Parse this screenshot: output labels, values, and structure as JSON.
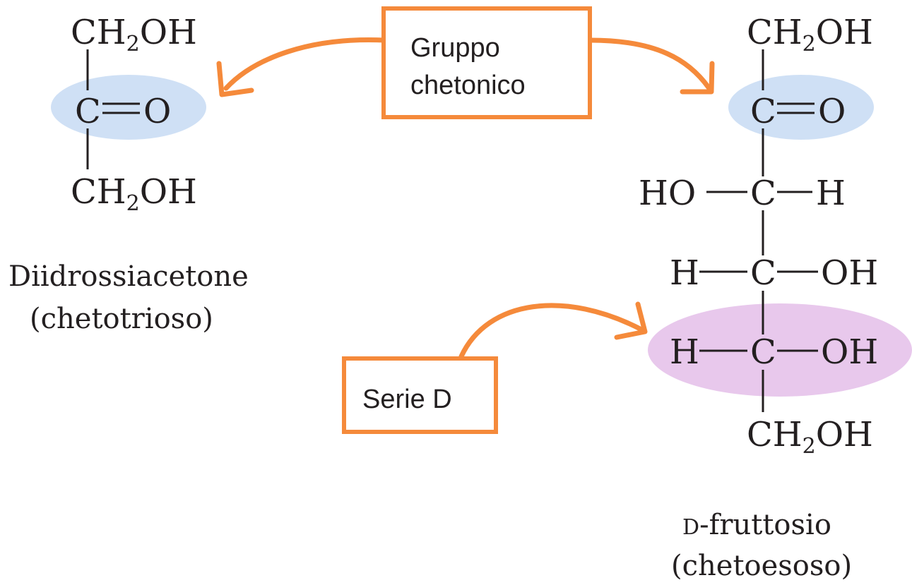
{
  "colors": {
    "accent_orange": "#f58a3b",
    "ketone_highlight": "#cfe0f5",
    "series_highlight": "#e8c8ec",
    "text": "#231f20"
  },
  "callouts": {
    "ketone_group": {
      "line1": "Gruppo",
      "line2": "chetonico"
    },
    "d_series": {
      "label": "Serie D"
    }
  },
  "dihydroxyacetone": {
    "top_group": {
      "main": "CH",
      "sub": "2",
      "tail": "OH"
    },
    "carbonyl": {
      "carbon": "C",
      "double_bond": "=",
      "oxygen": "O"
    },
    "bottom_group": {
      "main": "CH",
      "sub": "2",
      "tail": "OH"
    },
    "name": "Diidrossiacetone",
    "type": "(chetotrioso)"
  },
  "fructose": {
    "top_group": {
      "main": "CH",
      "sub": "2",
      "tail": "OH"
    },
    "carbonyl": {
      "carbon": "C",
      "double_bond": "=",
      "oxygen": "O"
    },
    "rows": [
      {
        "left": "HO",
        "carbon": "C",
        "right": "H"
      },
      {
        "left": "H",
        "carbon": "C",
        "right": "OH"
      },
      {
        "left": "H",
        "carbon": "C",
        "right": "OH"
      }
    ],
    "bottom_group": {
      "main": "CH",
      "sub": "2",
      "tail": "OH"
    },
    "name_prefix": "D",
    "name_rest": "-fruttosio",
    "type": "(chetoesoso)"
  }
}
